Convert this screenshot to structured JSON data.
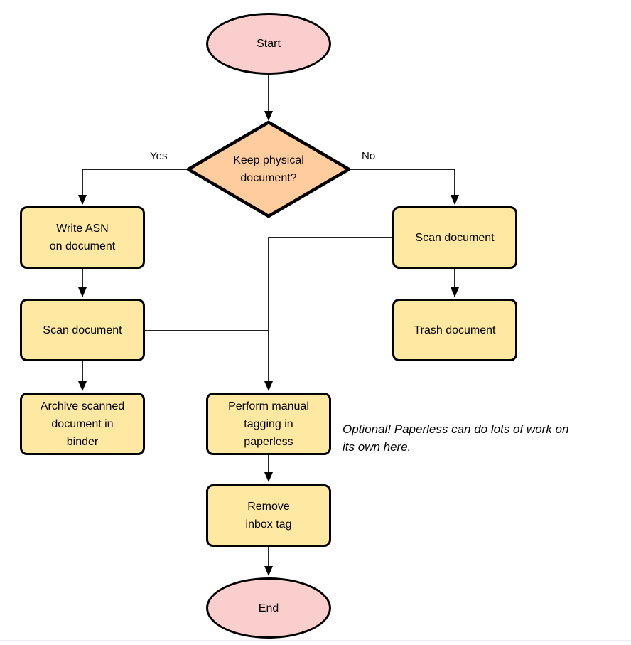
{
  "diagram": {
    "type": "flowchart",
    "nodes": {
      "start": {
        "label": "Start",
        "shape": "terminator"
      },
      "decision": {
        "label": "Keep physical\ndocument?",
        "shape": "decision"
      },
      "write_asn": {
        "label": "Write ASN\non document",
        "shape": "process"
      },
      "scan_left": {
        "label": "Scan document",
        "shape": "process"
      },
      "archive": {
        "label": "Archive scanned\ndocument in\nbinder",
        "shape": "process"
      },
      "scan_right": {
        "label": "Scan document",
        "shape": "process"
      },
      "trash": {
        "label": "Trash document",
        "shape": "process"
      },
      "perform_tagging": {
        "label": "Perform manual\ntagging in\npaperless",
        "shape": "process"
      },
      "remove_inbox": {
        "label": "Remove\ninbox tag",
        "shape": "process"
      },
      "end": {
        "label": "End",
        "shape": "terminator"
      }
    },
    "edge_labels": {
      "yes": "Yes",
      "no": "No"
    },
    "connections": [
      {
        "from": "start",
        "to": "decision",
        "label": ""
      },
      {
        "from": "decision",
        "to": "write_asn",
        "label": "Yes"
      },
      {
        "from": "decision",
        "to": "scan_right",
        "label": "No"
      },
      {
        "from": "write_asn",
        "to": "scan_left",
        "label": ""
      },
      {
        "from": "scan_left",
        "to": "archive",
        "label": ""
      },
      {
        "from": "scan_left",
        "to": "perform_tagging",
        "label": ""
      },
      {
        "from": "scan_right",
        "to": "trash",
        "label": ""
      },
      {
        "from": "scan_right",
        "to": "perform_tagging",
        "label": ""
      },
      {
        "from": "perform_tagging",
        "to": "remove_inbox",
        "label": ""
      },
      {
        "from": "remove_inbox",
        "to": "end",
        "label": ""
      }
    ],
    "note": "Optional! Paperless can do lots of work on\nits own here.",
    "colors": {
      "terminator_fill": "#f9cecd",
      "decision_fill": "#ffcc9e",
      "process_fill": "#ffe8a2",
      "stroke": "#000000",
      "background": "#ffffff"
    }
  }
}
